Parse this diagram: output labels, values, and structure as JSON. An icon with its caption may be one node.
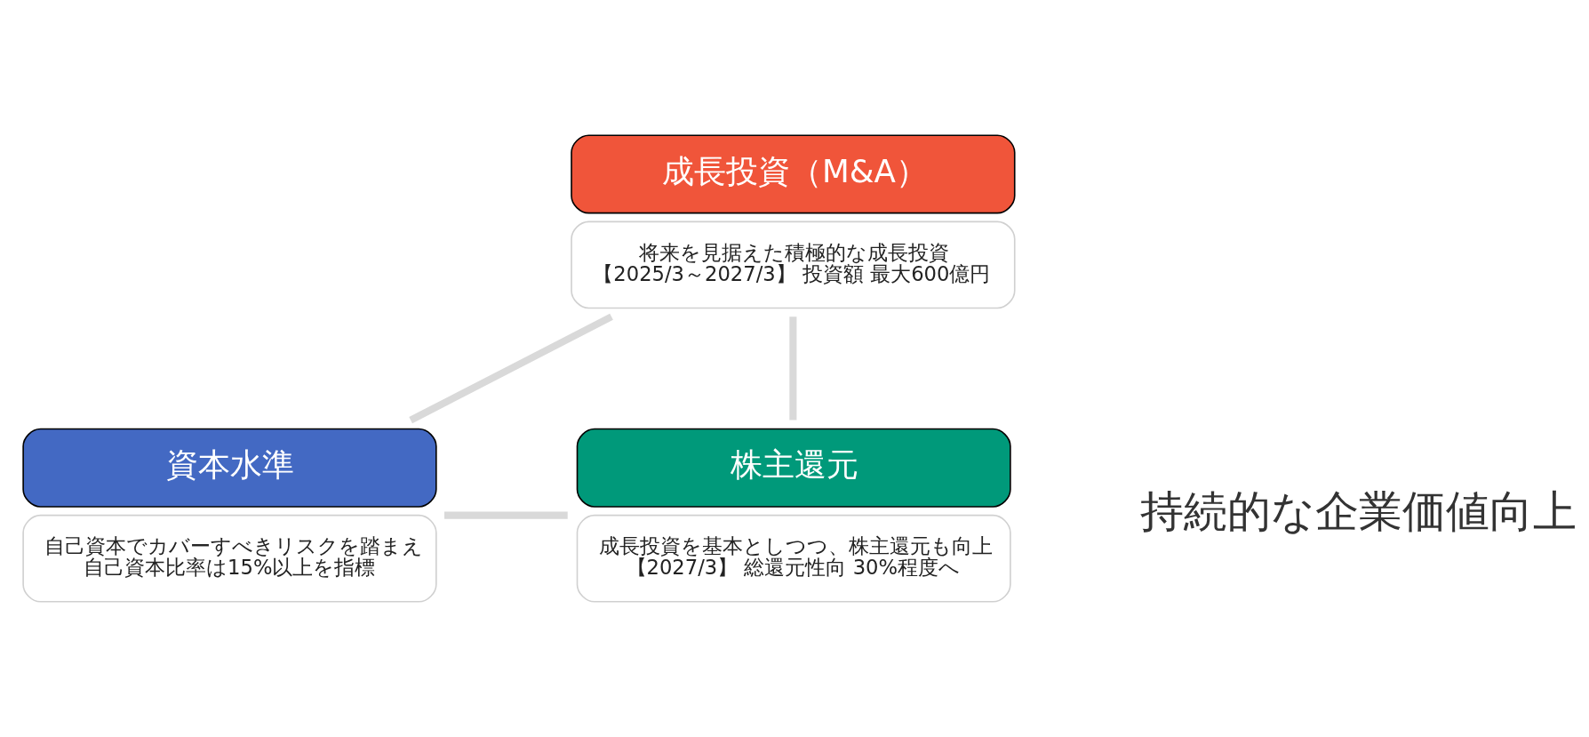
{
  "diagram": {
    "nodes": [
      {
        "text": [
          "成長投資（M&A）",
          "将来を見据えた積極的な成長投資",
          "【2025/3～2027/3】 投資額 最大600億円"
        ]
      },
      {
        "text": [
          "資本水準",
          "自己資本でカバーすべきリスクを踏まえ",
          "自己資本比率は15%以上を指標"
        ]
      },
      {
        "text": [
          "株主還元",
          "成長投資を基本としつつ、株主還元も向上",
          "【2027/3】 総還元性向 30%程度へ"
        ]
      }
    ],
    "edges": [
      {
        "from": 0,
        "to": 1,
        "arrow": "none"
      },
      {
        "from": 0,
        "to": 2,
        "arrow": "none"
      },
      {
        "from": 1,
        "to": 2,
        "arrow": "none"
      }
    ],
    "labels": [
      "持続的な企業価値向上"
    ]
  }
}
